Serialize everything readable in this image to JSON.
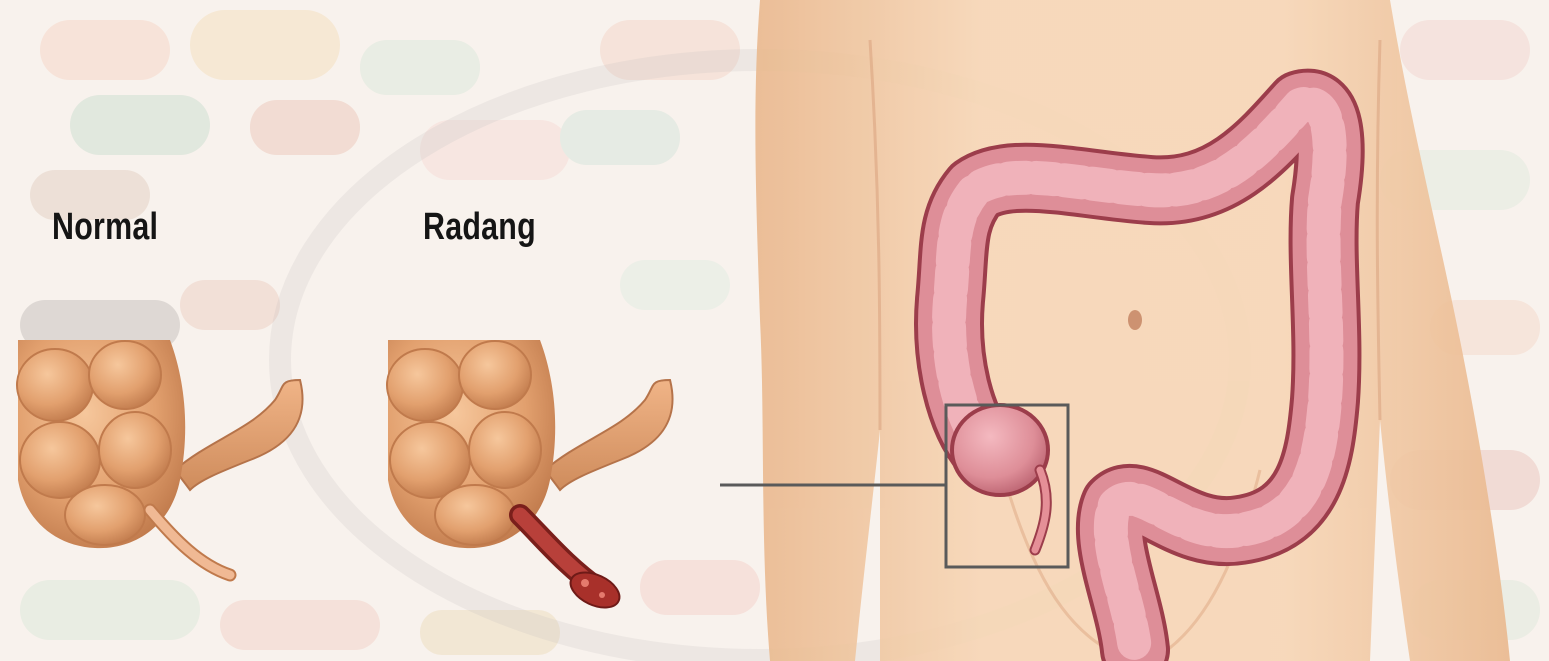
{
  "labels": {
    "normal": "Normal",
    "inflamed": "Radang"
  },
  "colors": {
    "background": "#f6ede6",
    "skin": "#f2cda9",
    "colon": "#de8e98",
    "colon_outline": "#9c3d4b",
    "cecum": "#d99a6a",
    "inflamed_appendix": "#a8302a",
    "label_text": "#151515"
  },
  "icons": {
    "normal_appendix": "normal-appendix-illustration",
    "inflamed_appendix": "inflamed-appendix-illustration",
    "torso": "torso-colon-illustration"
  }
}
